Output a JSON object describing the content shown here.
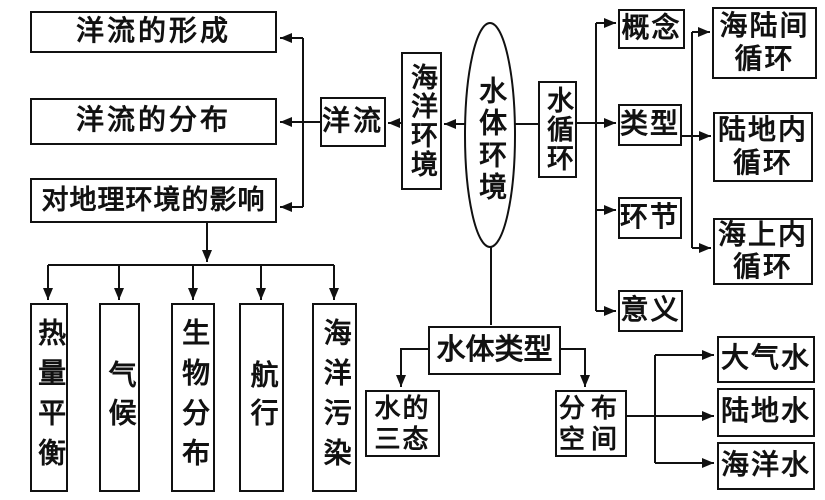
{
  "diagram": {
    "background_color": "#ffffff",
    "line_color": "#111111",
    "nodes": {
      "formation": "洋流的形成",
      "distribution": "洋流的分布",
      "influence": "对地理环境的影响",
      "currents": "洋流",
      "marine_env": "海洋环境",
      "center": "水体环境",
      "water_cycle": "水循环",
      "concept": "概念",
      "types": "类型",
      "links": "环节",
      "significance": "意义",
      "sea_land_cycle": "海陆间循环",
      "inland_cycle": "陆地内循环",
      "sea_inner_cycle": "海上内循环",
      "heat_balance": "热量平衡",
      "climate": "气候",
      "bio_distribution": "生物分布",
      "navigation": "航行",
      "marine_pollution": "海洋污染",
      "water_types": "水体类型",
      "three_states": "水的三态",
      "dist_space": "分布空间",
      "atmo_water": "大气水",
      "land_water": "陆地水",
      "ocean_water": "海洋水"
    },
    "edges": [
      {
        "from": "center",
        "to": "marine_env",
        "arrow": true
      },
      {
        "from": "center",
        "to": "water_cycle",
        "arrow": false
      },
      {
        "from": "center",
        "to": "water_types",
        "arrow": false
      },
      {
        "from": "marine_env",
        "to": "currents",
        "arrow": true
      },
      {
        "from": "currents",
        "to": "formation",
        "arrow": true
      },
      {
        "from": "currents",
        "to": "distribution",
        "arrow": true
      },
      {
        "from": "currents",
        "to": "influence",
        "arrow": true
      },
      {
        "from": "influence",
        "to": "heat_balance",
        "arrow": true
      },
      {
        "from": "influence",
        "to": "climate",
        "arrow": true
      },
      {
        "from": "influence",
        "to": "bio_distribution",
        "arrow": true
      },
      {
        "from": "influence",
        "to": "navigation",
        "arrow": true
      },
      {
        "from": "influence",
        "to": "marine_pollution",
        "arrow": true
      },
      {
        "from": "water_cycle",
        "to": "concept",
        "arrow": true
      },
      {
        "from": "water_cycle",
        "to": "types",
        "arrow": true
      },
      {
        "from": "water_cycle",
        "to": "links",
        "arrow": true
      },
      {
        "from": "water_cycle",
        "to": "significance",
        "arrow": true
      },
      {
        "from": "types",
        "to": "sea_land_cycle",
        "arrow": true
      },
      {
        "from": "types",
        "to": "inland_cycle",
        "arrow": true
      },
      {
        "from": "types",
        "to": "sea_inner_cycle",
        "arrow": true
      },
      {
        "from": "water_types",
        "to": "three_states",
        "arrow": true
      },
      {
        "from": "water_types",
        "to": "dist_space",
        "arrow": true
      },
      {
        "from": "dist_space",
        "to": "atmo_water",
        "arrow": true
      },
      {
        "from": "dist_space",
        "to": "land_water",
        "arrow": true
      },
      {
        "from": "dist_space",
        "to": "ocean_water",
        "arrow": true
      }
    ]
  }
}
